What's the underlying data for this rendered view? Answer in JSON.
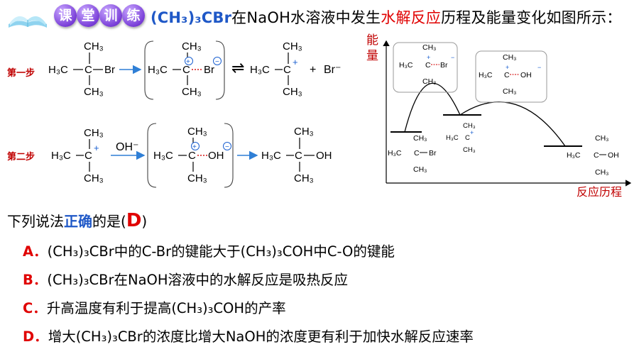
{
  "header": {
    "badges": [
      "课",
      "堂",
      "训",
      "练"
    ],
    "title_formula": "(CH₃)₃CBr",
    "title_mid": "在NaOH水溶液中发生",
    "title_red": "水解反应",
    "title_end": "历程及能量变化如图所示："
  },
  "steps": {
    "step1": "第一步",
    "step2": "第二步"
  },
  "mechanism": {
    "CH3": "CH₃",
    "H3C": "H₃C",
    "C": "C",
    "Br": "Br",
    "OH": "OH",
    "plus": "+",
    "minus": "−",
    "Br_minus": "Br⁻",
    "OH_minus": "OH⁻",
    "equilibrium": "⇌",
    "add": "+"
  },
  "diagram": {
    "y_label_1": "能",
    "y_label_2": "量",
    "x_label": "反应历程"
  },
  "question": {
    "prefix": "下列说法",
    "keyword": "正确",
    "suffix_open": "的是(",
    "answer": "D",
    "suffix_close": ")"
  },
  "options": [
    {
      "letter": "A．",
      "text": "(CH₃)₃CBr中的C-Br的键能大于(CH₃)₃COH中C-O的键能"
    },
    {
      "letter": "B．",
      "text": "(CH₃)₃CBr在NaOH溶液中的水解反应是吸热反应"
    },
    {
      "letter": "C．",
      "text": "升高温度有利于提高(CH₃)₃COH的产率"
    },
    {
      "letter": "D．",
      "text": "增大(CH₃)₃CBr的浓度比增大NaOH的浓度更有利于加快水解反应速率"
    }
  ],
  "colors": {
    "accent_blue": "#1f58c7",
    "accent_red": "#e00000",
    "step_red": "#c00000",
    "badge_purple": "#7a3fd8",
    "arrow_blue": "#2f7fd6",
    "charge_blue": "#1a5fd0"
  }
}
